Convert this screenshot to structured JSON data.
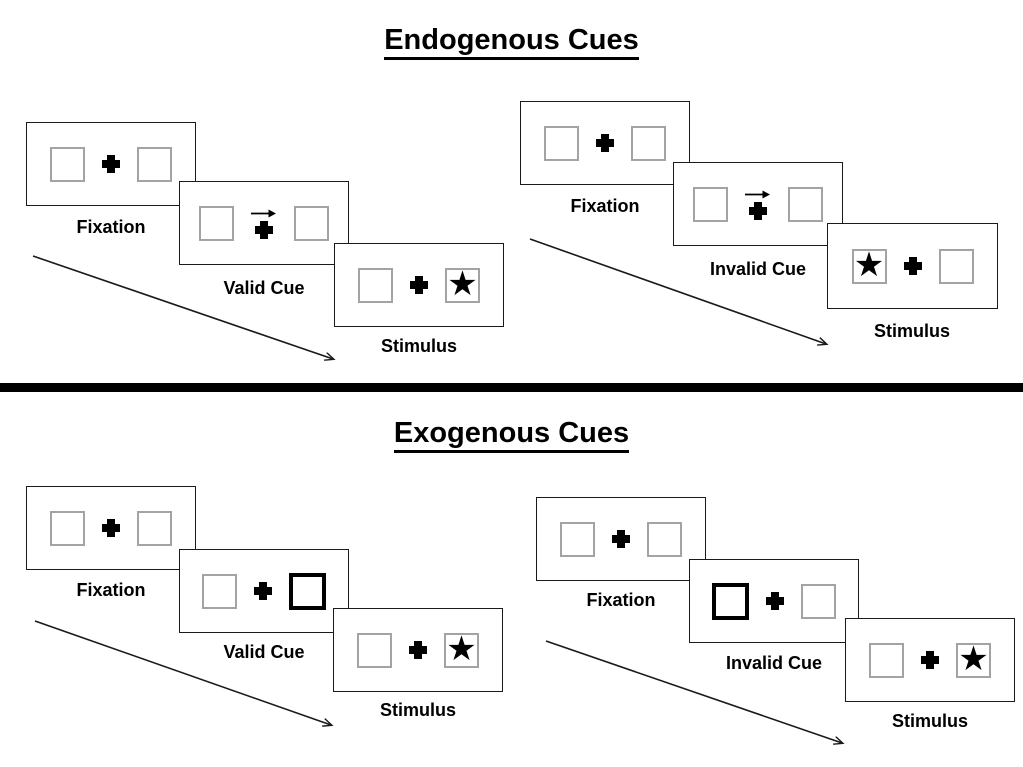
{
  "glyphs": {
    "star": "★"
  },
  "colors": {
    "line": "#000000",
    "box_border_gray": "#a3a3a3",
    "background": "#ffffff"
  },
  "icons": {
    "fixation_cross": "heavy-plus",
    "cue_direction": "right-arrow",
    "target": "black-star"
  },
  "sections": [
    {
      "title": "Endogenous Cues",
      "groups": [
        {
          "name": "valid-trial",
          "cue_type": "central right-pointing arrow above fixation cross",
          "target_side": "right",
          "panels": [
            {
              "label": "Fixation"
            },
            {
              "label": "Valid Cue"
            },
            {
              "label": "Stimulus"
            }
          ]
        },
        {
          "name": "invalid-trial",
          "cue_type": "central right-pointing arrow above fixation cross",
          "target_side": "left",
          "panels": [
            {
              "label": "Fixation"
            },
            {
              "label": "Invalid Cue"
            },
            {
              "label": "Stimulus"
            }
          ]
        }
      ]
    },
    {
      "title": "Exogenous Cues",
      "groups": [
        {
          "name": "valid-trial",
          "cue_type": "right peripheral box highlighted (thick border)",
          "target_side": "right",
          "panels": [
            {
              "label": "Fixation"
            },
            {
              "label": "Valid Cue"
            },
            {
              "label": "Stimulus"
            }
          ]
        },
        {
          "name": "invalid-trial",
          "cue_type": "left peripheral box highlighted (thick border)",
          "target_side": "right",
          "panels": [
            {
              "label": "Fixation"
            },
            {
              "label": "Invalid Cue"
            },
            {
              "label": "Stimulus"
            }
          ]
        }
      ]
    }
  ]
}
